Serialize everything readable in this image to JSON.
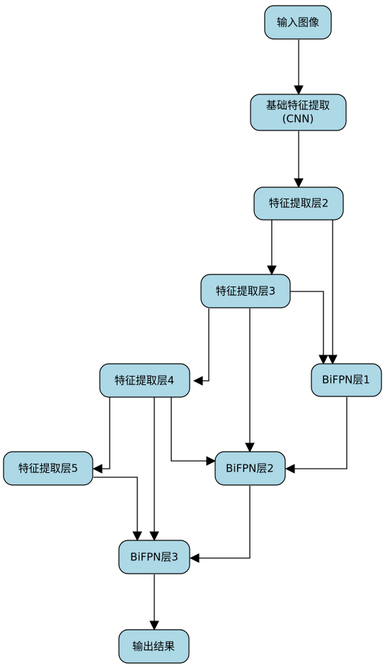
{
  "diagram": {
    "type": "flowchart",
    "node_fill": "#add8e6",
    "edge_color": "#000000",
    "nodes": [
      {
        "id": "input",
        "label": "输入图像"
      },
      {
        "id": "cnn",
        "label_line1": "基础特征提取",
        "label_line2": "(CNN)"
      },
      {
        "id": "f2",
        "label": "特征提取层2"
      },
      {
        "id": "f3",
        "label": "特征提取层3"
      },
      {
        "id": "b1",
        "label": "BiFPN层1"
      },
      {
        "id": "f4",
        "label": "特征提取层4"
      },
      {
        "id": "b2",
        "label": "BiFPN层2"
      },
      {
        "id": "f5",
        "label": "特征提取层5"
      },
      {
        "id": "b3",
        "label": "BiFPN层3"
      },
      {
        "id": "out",
        "label": "输出结果"
      }
    ],
    "edges": [
      {
        "from": "input",
        "to": "cnn"
      },
      {
        "from": "cnn",
        "to": "f2"
      },
      {
        "from": "f2",
        "to": "f3"
      },
      {
        "from": "f2",
        "to": "b1"
      },
      {
        "from": "f3",
        "to": "b1"
      },
      {
        "from": "f3",
        "to": "f4"
      },
      {
        "from": "f3",
        "to": "b2"
      },
      {
        "from": "b1",
        "to": "b2"
      },
      {
        "from": "f4",
        "to": "b2"
      },
      {
        "from": "f4",
        "to": "f5"
      },
      {
        "from": "f4",
        "to": "b3"
      },
      {
        "from": "f5",
        "to": "b3"
      },
      {
        "from": "b2",
        "to": "b3"
      },
      {
        "from": "b3",
        "to": "out"
      }
    ]
  }
}
